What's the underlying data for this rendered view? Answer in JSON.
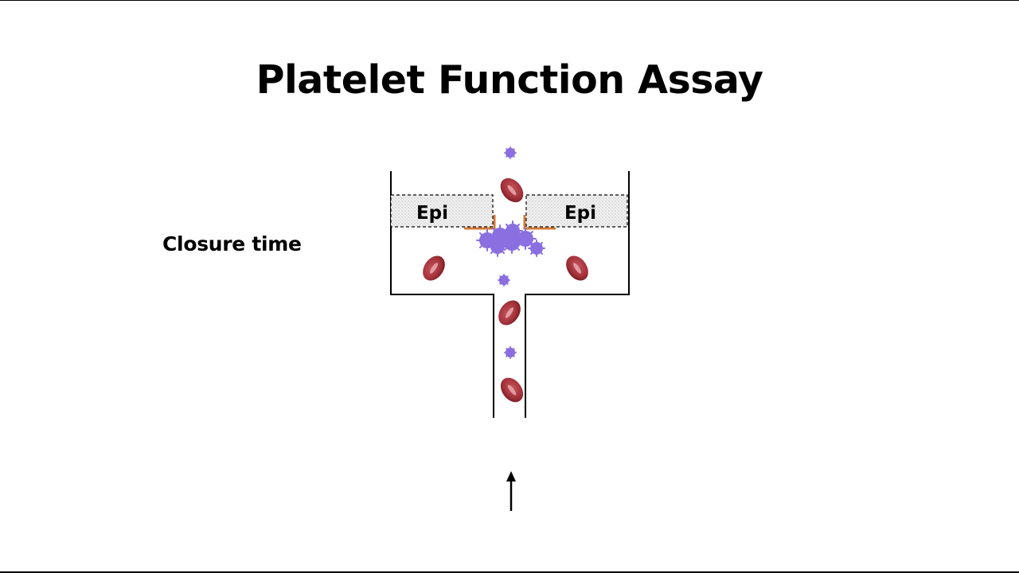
{
  "slide": {
    "title": "Platelet Function Assay",
    "side_label": "Closure time"
  },
  "diagram": {
    "membrane_labels": [
      "Epi",
      "Epi"
    ],
    "colors": {
      "platelet": "#8a6fe0",
      "red_cell": "#a6343a",
      "red_cell_highlight": "#e8aab0",
      "collagen_edge": "#d07a3a",
      "membrane_fill": "#f2f2f2"
    },
    "icons": [
      "platelet",
      "red-blood-cell",
      "up-arrow-icon"
    ]
  }
}
